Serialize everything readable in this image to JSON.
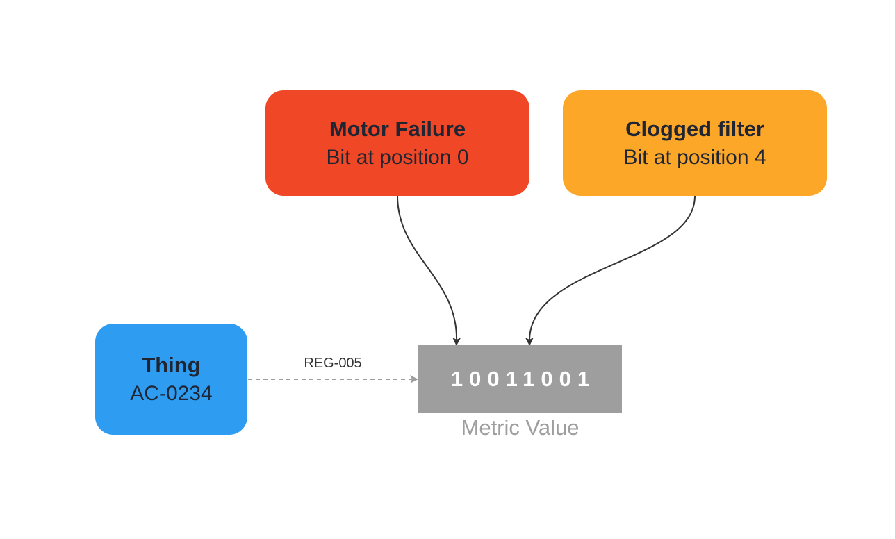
{
  "nodes": {
    "motor_failure": {
      "title": "Motor Failure",
      "subtitle": "Bit at position 0",
      "color": "#F04826"
    },
    "clogged_filter": {
      "title": "Clogged filter",
      "subtitle": "Bit at position 4",
      "color": "#FCA728"
    },
    "thing": {
      "title": "Thing",
      "subtitle": "AC-0234",
      "color": "#2E9CF0"
    }
  },
  "metric": {
    "value": "10011001",
    "caption": "Metric Value",
    "color": "#9E9E9E"
  },
  "edges": [
    {
      "from": "motor_failure",
      "to": "metric",
      "style": "solid"
    },
    {
      "from": "clogged_filter",
      "to": "metric",
      "style": "solid"
    },
    {
      "from": "thing",
      "to": "metric",
      "style": "dashed",
      "label": "REG-005"
    }
  ]
}
